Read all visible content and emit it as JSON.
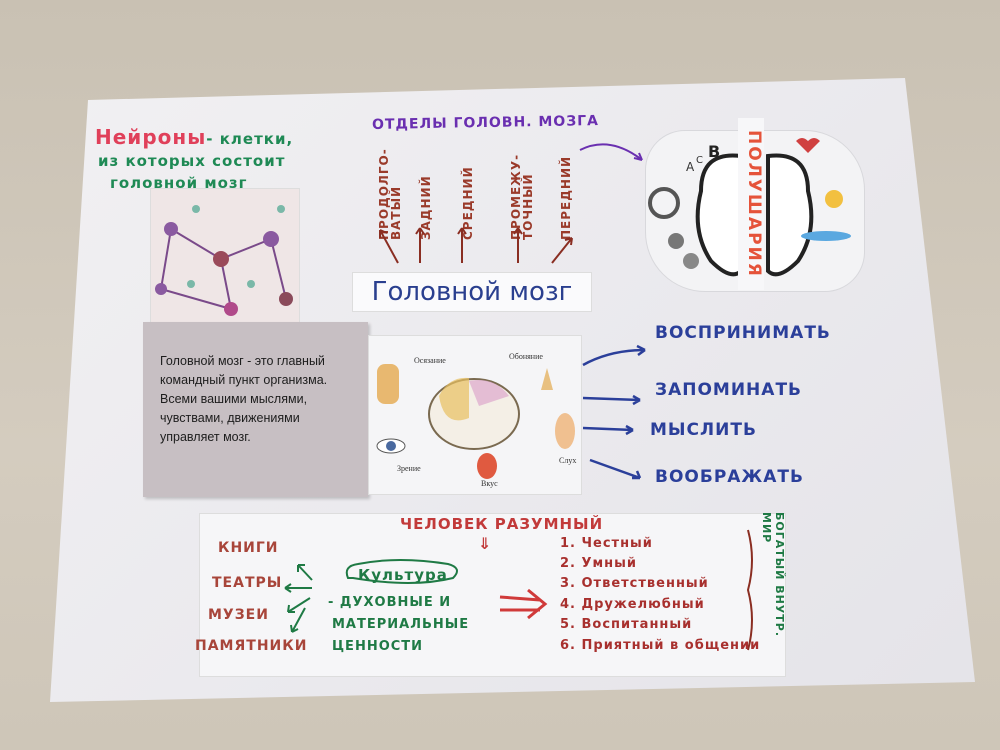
{
  "neurons": {
    "title": "Нейроны",
    "title_rest": "- клетки,",
    "subtitle_line1": "из которых состоит",
    "subtitle_line2": "головной мозг"
  },
  "sections": {
    "title": "ОТДЕЛЫ ГОЛОВН. МОЗГА",
    "items": [
      "ПРОДОЛГО-ВАТЫЙ",
      "ЗАДНИЙ",
      "СРЕДНИЙ",
      "ПРОМЕЖУ-ТОЧНЫЙ",
      "ПЕРЕДНИЙ"
    ]
  },
  "brain_label": "Головной мозг",
  "hemispheres": {
    "word": "ПОЛУШАРИЯ",
    "letters": [
      "A",
      "C",
      "B"
    ]
  },
  "description": "Головной мозг - это главный командный пункт организма. Всеми вашими мыслями, чувствами, движениями управляет мозг.",
  "senses": {
    "touch": "Осязание",
    "smell": "Обоняние",
    "sight": "Зрение",
    "taste": "Вкус",
    "hearing": "Слух"
  },
  "verbs": [
    "ВОСПРИНИМАТЬ",
    "ЗАПОМИНАТЬ",
    "МЫСЛИТЬ",
    "ВООБРАЖАТЬ"
  ],
  "bottom": {
    "title": "ЧЕЛОВЕК РАЗУМНЫЙ",
    "culture_items": [
      "КНИГИ",
      "ТЕАТРЫ",
      "МУЗЕИ",
      "ПАМЯТНИКИ"
    ],
    "culture": "Культура",
    "culture_def_line1": "- ДУХОВНЫЕ И",
    "culture_def_line2": "МАТЕРИАЛЬНЫЕ",
    "culture_def_line3": "ЦЕННОСТИ",
    "qualities": [
      "1. Честный",
      "2. Умный",
      "3. Ответственный",
      "4. Дружелюбный",
      "5. Воспитанный",
      "6. Приятный в общении"
    ],
    "side_note": "БОГАТЫЙ ВНУТР. МИР"
  },
  "colors": {
    "table": "#cdc5b7",
    "paper": "#ececef",
    "blue_ink": "#2b3f9a",
    "red_ink": "#c23a3a",
    "green_ink": "#1f7a45",
    "purple_ink": "#6a2fb0"
  }
}
